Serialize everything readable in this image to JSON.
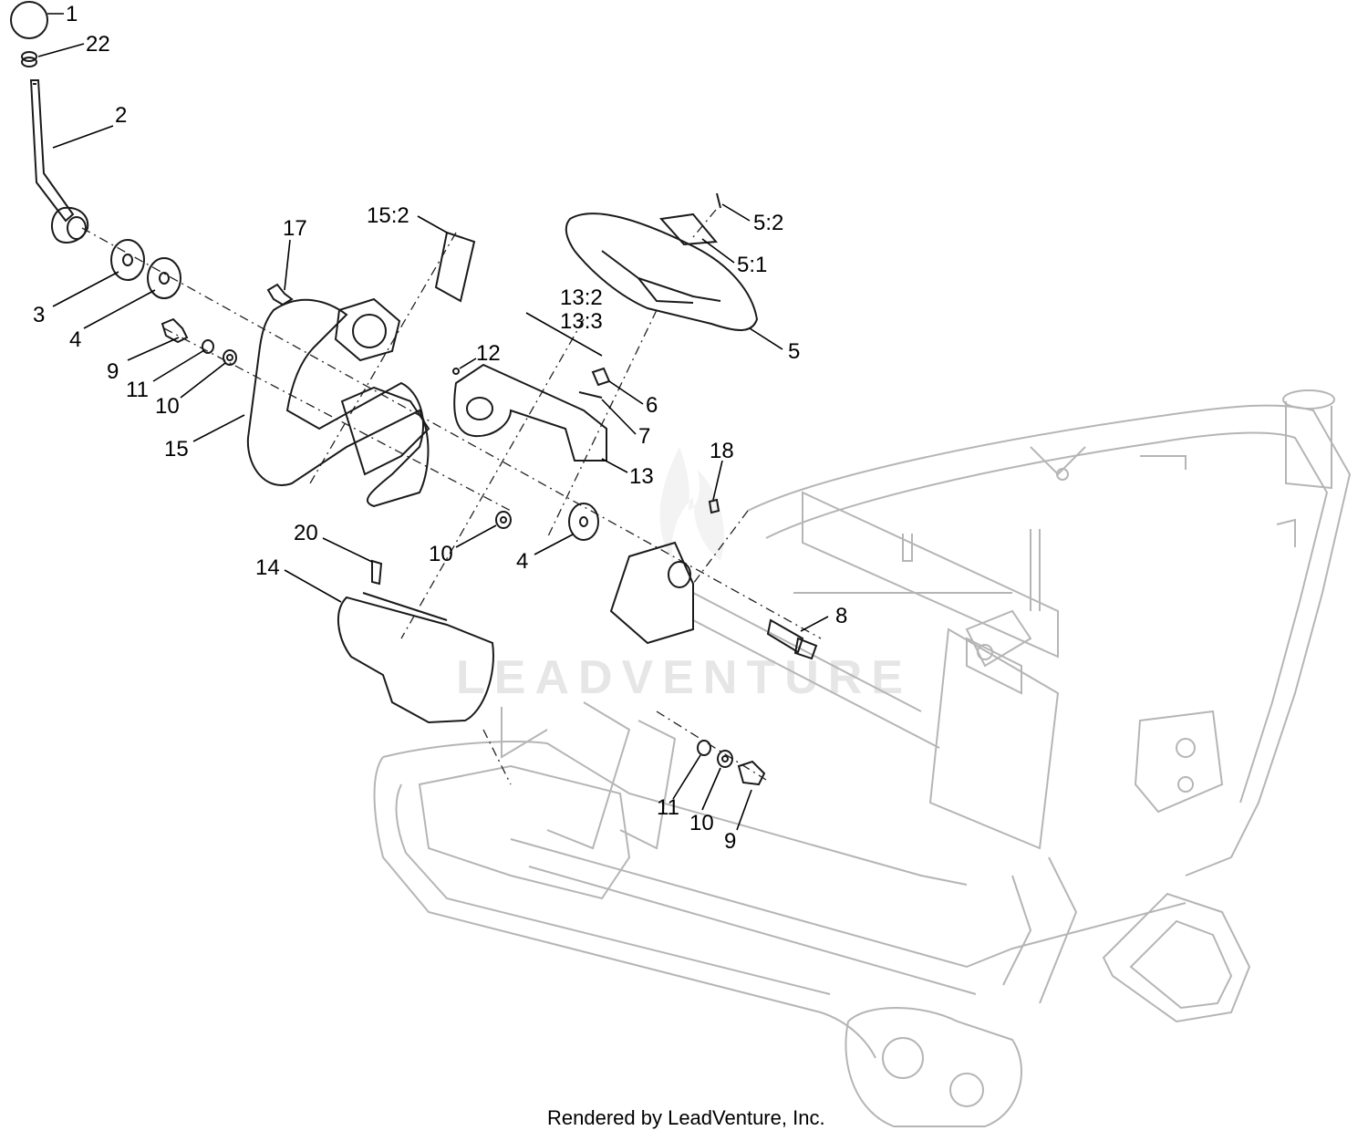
{
  "callouts": [
    {
      "id": "1",
      "text": "1"
    },
    {
      "id": "22",
      "text": "22"
    },
    {
      "id": "2",
      "text": "2"
    },
    {
      "id": "17",
      "text": "17"
    },
    {
      "id": "15_2",
      "text": "15:2"
    },
    {
      "id": "3",
      "text": "3"
    },
    {
      "id": "4a",
      "text": "4"
    },
    {
      "id": "9a",
      "text": "9"
    },
    {
      "id": "11a",
      "text": "11"
    },
    {
      "id": "10a",
      "text": "10"
    },
    {
      "id": "15",
      "text": "15"
    },
    {
      "id": "13_2",
      "text": "13:2"
    },
    {
      "id": "13_3",
      "text": "13:3"
    },
    {
      "id": "12",
      "text": "12"
    },
    {
      "id": "5_2",
      "text": "5:2"
    },
    {
      "id": "5_1",
      "text": "5:1"
    },
    {
      "id": "5",
      "text": "5"
    },
    {
      "id": "6",
      "text": "6"
    },
    {
      "id": "7",
      "text": "7"
    },
    {
      "id": "13",
      "text": "13"
    },
    {
      "id": "18",
      "text": "18"
    },
    {
      "id": "20",
      "text": "20"
    },
    {
      "id": "14",
      "text": "14"
    },
    {
      "id": "10b",
      "text": "10"
    },
    {
      "id": "4b",
      "text": "4"
    },
    {
      "id": "8",
      "text": "8"
    },
    {
      "id": "11b",
      "text": "11"
    },
    {
      "id": "10c",
      "text": "10"
    },
    {
      "id": "9b",
      "text": "9"
    }
  ],
  "watermark": "LEADVENTURE",
  "credit": "Rendered by LeadVenture, Inc."
}
